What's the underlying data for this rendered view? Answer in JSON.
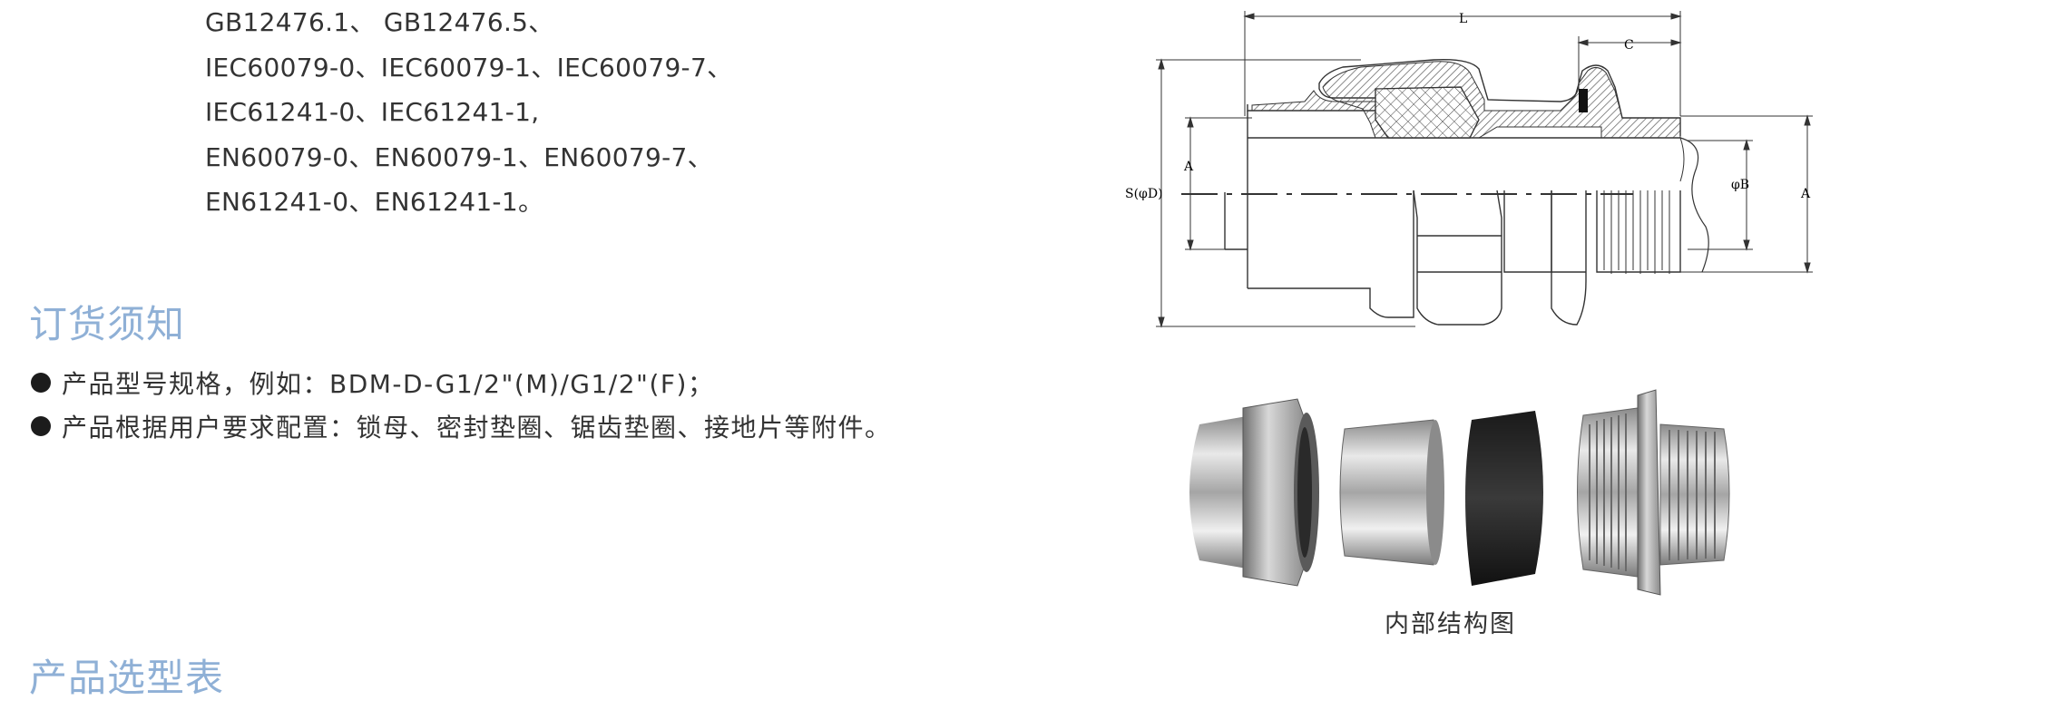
{
  "standards_lines": [
    "GB12476.1、 GB12476.5、",
    "IEC60079-0、IEC60079-1、IEC60079-7、",
    "IEC61241-0、IEC61241-1,",
    "EN60079-0、EN60079-1、EN60079-7、",
    "EN61241-0、EN61241-1。"
  ],
  "ordering": {
    "heading": "订货须知",
    "bullets": [
      "产品型号规格，例如：BDM-D-G1/2\"(M)/G1/2\"(F)；",
      "产品根据用户要求配置：锁母、密封垫圈、锯齿垫圈、接地片等附件。"
    ]
  },
  "diagram": {
    "labels": {
      "L": "L",
      "C": "C",
      "S": "S(φD)",
      "A_left": "A",
      "B": "φB",
      "A_right": "A"
    }
  },
  "photo": {
    "caption": "内部结构图"
  },
  "selection": {
    "heading": "产品选型表"
  },
  "colors": {
    "heading": "#8fb0d6",
    "text": "#333333",
    "metal": "#c8c8c8",
    "rubber": "#222222"
  }
}
